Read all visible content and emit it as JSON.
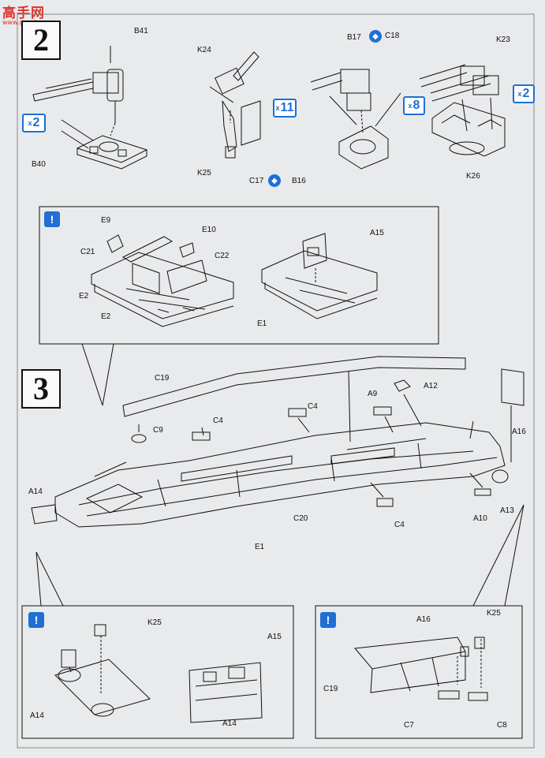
{
  "watermark": {
    "title": "高手网",
    "url": "www.gaoshou.cn"
  },
  "steps": [
    {
      "number": "2"
    },
    {
      "number": "3"
    }
  ],
  "step2": {
    "labels": {
      "b41": "B41",
      "b40": "B40",
      "k24": "K24",
      "k25": "K25",
      "b17": "B17",
      "c18": "C18",
      "c17": "C17",
      "b16": "B16",
      "k23": "K23",
      "k26": "K26"
    },
    "multipliers": {
      "gun_left": {
        "x": "x",
        "n": "2"
      },
      "gun_k24": {
        "x": "x",
        "n": "11"
      },
      "gun_b17": {
        "x": "x",
        "n": "8"
      },
      "gun_k23": {
        "x": "x",
        "n": "2"
      }
    }
  },
  "detail_top": {
    "labels": {
      "e9": "E9",
      "e10": "E10",
      "c21": "C21",
      "c22": "C22",
      "e2a": "E2",
      "e2b": "E2",
      "e1": "E1",
      "a15": "A15"
    }
  },
  "step3": {
    "labels": {
      "c19": "C19",
      "c9": "C9",
      "c4a": "C4",
      "c4b": "C4",
      "a9": "A9",
      "a12": "A12",
      "a16": "A16",
      "a14": "A14",
      "c20": "C20",
      "e1": "E1",
      "c4c": "C4",
      "a10": "A10",
      "a13": "A13"
    }
  },
  "detail_bottom_left": {
    "labels": {
      "k25": "K25",
      "a15": "A15",
      "a14a": "A14",
      "a14b": "A14"
    }
  },
  "detail_bottom_right": {
    "labels": {
      "a16": "A16",
      "k25": "K25",
      "c19": "C19",
      "c7": "C7",
      "c8": "C8"
    }
  },
  "colors": {
    "accent": "#1f6fd6",
    "watermark": "#e0302a",
    "line": "#111111"
  }
}
